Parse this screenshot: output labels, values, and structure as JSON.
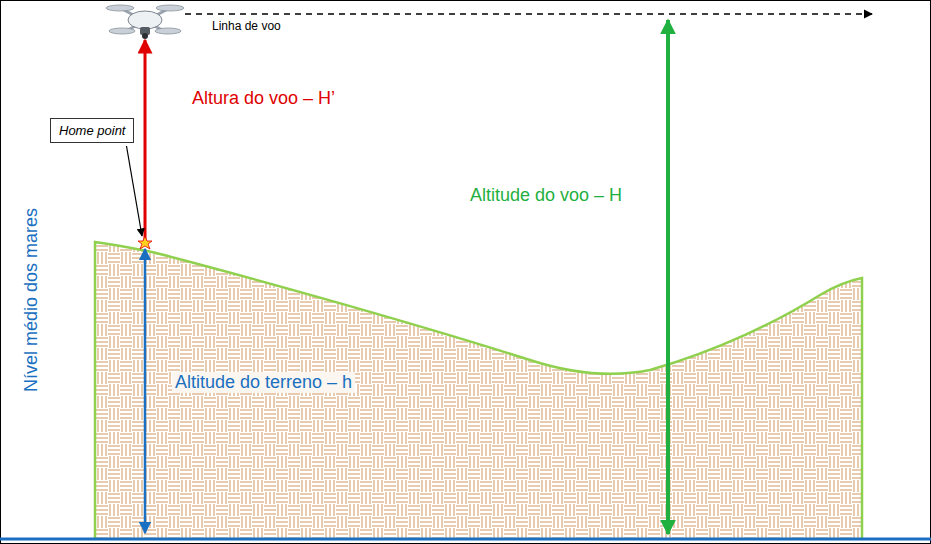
{
  "diagram": {
    "nodes": [
      {
        "text": [
          "Home point"
        ]
      }
    ],
    "labels": [
      "Linha de voo",
      "Altura do voo – H’",
      "Altitude do voo – H",
      "Altitude do terreno – h",
      "Nível médio dos mares"
    ]
  }
}
